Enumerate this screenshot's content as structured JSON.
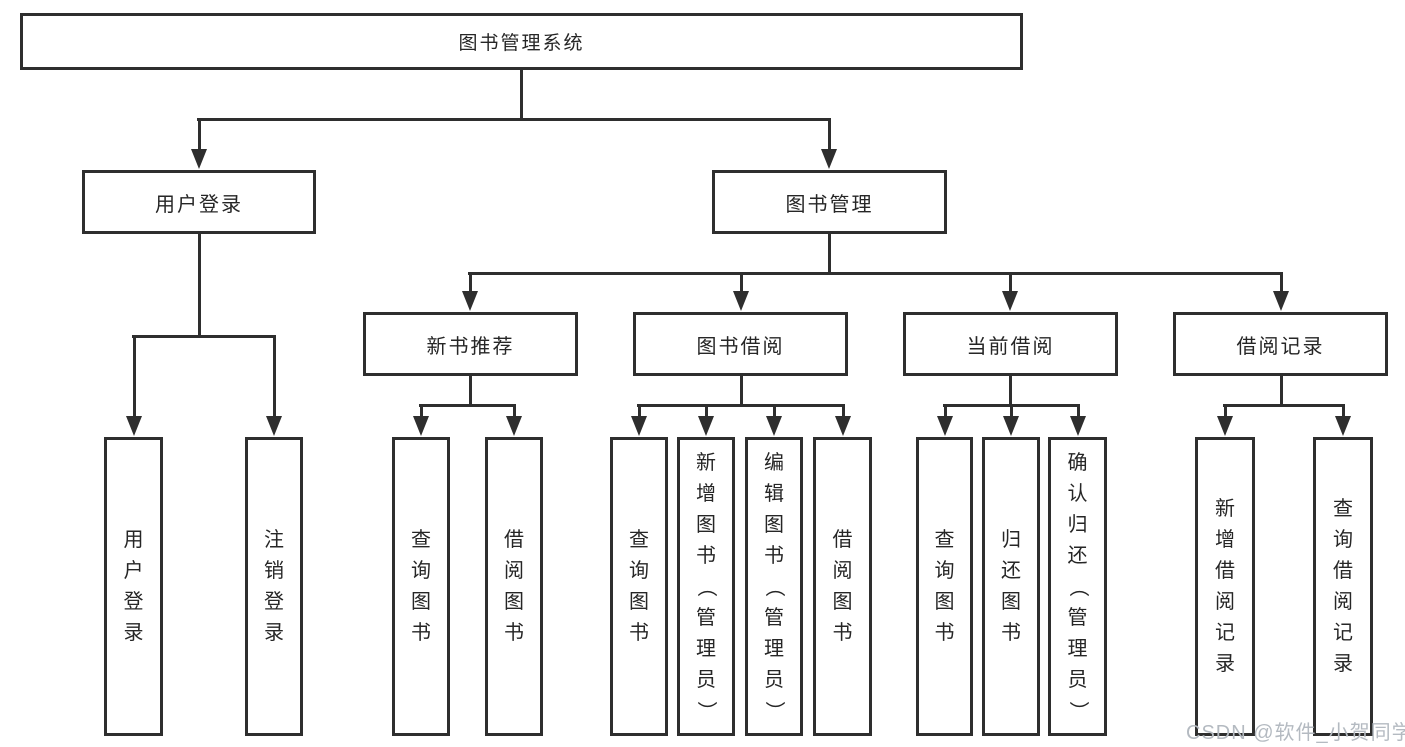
{
  "diagram": {
    "root": {
      "label": "图书管理系统"
    },
    "level2": {
      "user_login": {
        "label": "用户登录"
      },
      "book_management": {
        "label": "图书管理"
      }
    },
    "level3": {
      "new_book_recommend": {
        "label": "新书推荐"
      },
      "book_borrowing": {
        "label": "图书借阅"
      },
      "current_borrowing": {
        "label": "当前借阅"
      },
      "borrowing_records": {
        "label": "借阅记录"
      }
    },
    "leaves": {
      "user_login_action": {
        "label": "用户登录"
      },
      "logout_action": {
        "label": "注销登录"
      },
      "nbr_query_books": {
        "label": "查询图书"
      },
      "nbr_borrow_books": {
        "label": "借阅图书"
      },
      "bb_query_books": {
        "label": "查询图书"
      },
      "bb_add_books": {
        "label": "新增图书（管理员）"
      },
      "bb_edit_books": {
        "label": "编辑图书（管理员）"
      },
      "bb_borrow_books": {
        "label": "借阅图书"
      },
      "cb_query_books": {
        "label": "查询图书"
      },
      "cb_return_books": {
        "label": "归还图书"
      },
      "cb_confirm_return": {
        "label": "确认归还（管理员）"
      },
      "br_add_record": {
        "label": "新增借阅记录"
      },
      "br_query_record": {
        "label": "查询借阅记录"
      }
    },
    "watermark": "CSDN @软件_小贺同学",
    "colors": {
      "line": "#2e2e2e",
      "text": "#262626",
      "watermark": "#b4bac1",
      "background": "#ffffff"
    }
  }
}
